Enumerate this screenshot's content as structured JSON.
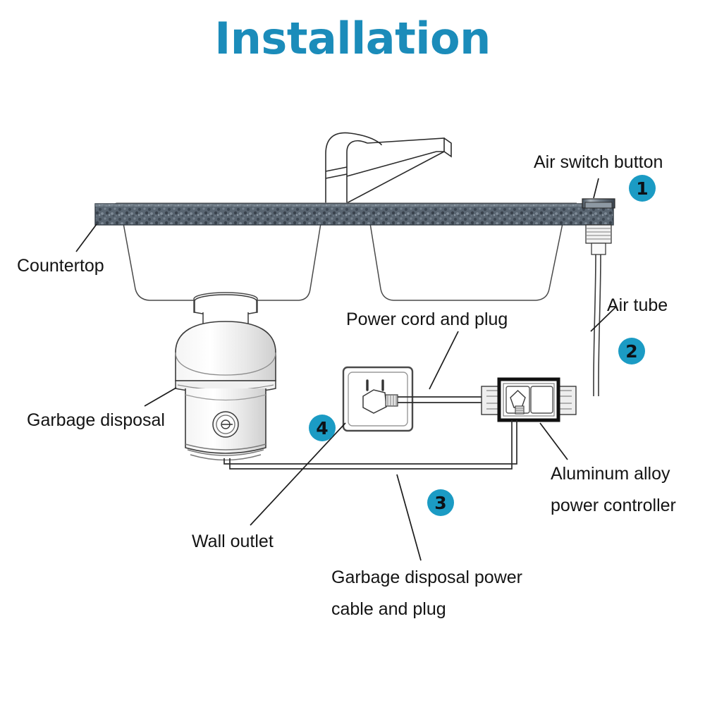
{
  "title": "Installation",
  "colors": {
    "title": "#1b8cba",
    "badge_fill": "#1b9bc4",
    "badge_text": "#0d1116",
    "line": "#2b2b2b",
    "countertop": "#55606b"
  },
  "labels": {
    "countertop": "Countertop",
    "garbage_disposal": "Garbage disposal",
    "air_switch_button": "Air switch button",
    "air_tube": "Air tube",
    "power_cord_and_plug": "Power cord and plug",
    "aluminum_alloy_line1": "Aluminum alloy",
    "aluminum_alloy_line2": "power controller",
    "wall_outlet": "Wall outlet",
    "disposal_cable_line1": "Garbage disposal power",
    "disposal_cable_line2": "cable and plug"
  },
  "badges": {
    "one": "1",
    "two": "2",
    "three": "3",
    "four": "4"
  },
  "parts": {
    "faucet": "faucet",
    "sink_basin_left": "sink-basin-left",
    "sink_basin_right": "sink-basin-right",
    "countertop_slab": "countertop-slab",
    "disposal_unit": "garbage-disposal-unit",
    "air_switch": "air-switch-button",
    "air_tube_line": "air-tube",
    "controller": "aluminum-alloy-power-controller",
    "outlet": "wall-outlet",
    "power_cord": "power-cord-and-plug",
    "disposal_cable": "garbage-disposal-power-cable"
  }
}
